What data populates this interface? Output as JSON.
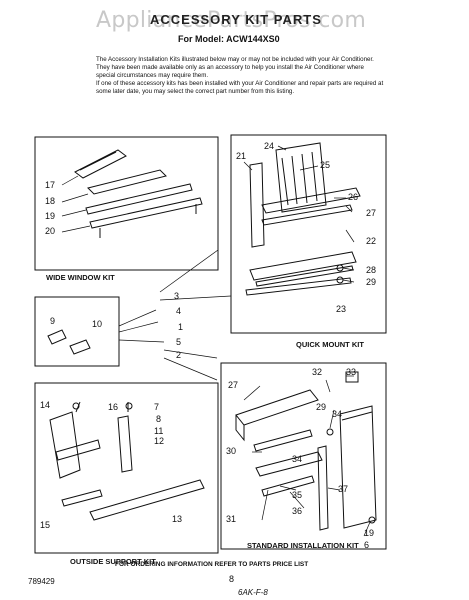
{
  "watermark": "AppliancePartsPros.com",
  "header": {
    "title": "ACCESSORY KIT PARTS",
    "model": "For Model: ACW144XS0"
  },
  "intro": {
    "paragraph1": "The Accessory Installation Kits illustrated below may or may not be included with your Air Conditioner. They have been made available only as an accessory to help you install the Air Conditioner where special circumstances may require them.",
    "paragraph2": "If one of these accessory kits has been installed with your Air Conditioner and repair parts are required at some later date, you may select the correct part number from this listing."
  },
  "panels": {
    "wide_window": "WIDE WINDOW KIT",
    "quick_mount": "QUICK MOUNT KIT",
    "outside_support": "OUTSIDE SUPPORT KIT",
    "standard_installation": "STANDARD INSTALLATION KIT"
  },
  "callouts": {
    "c17": "17",
    "c18": "18",
    "c19": "19",
    "c20": "20",
    "c21": "21",
    "c24": "24",
    "c25": "25",
    "c26": "26",
    "c27a": "27",
    "c22": "22",
    "c28": "28",
    "c29a": "29",
    "c23": "23",
    "c3": "3",
    "c4": "4",
    "c1": "1",
    "c5": "5",
    "c2": "2",
    "c9": "9",
    "c10": "10",
    "c14": "14",
    "c16": "16",
    "c7": "7",
    "c8": "8",
    "c11": "11",
    "c12": "12",
    "c15": "15",
    "c13": "13",
    "c27b": "27",
    "c32": "32",
    "c33": "33",
    "c29b": "29",
    "c34a": "34",
    "c30": "30",
    "c34b": "34",
    "c31": "31",
    "c35": "35",
    "c36": "36",
    "c37": "37",
    "c19b": "19",
    "c6": "6"
  },
  "footer": {
    "ordering": "FOR ORDERING INFORMATION REFER TO PARTS PRICE LIST",
    "doc_number": "789429",
    "page": "8",
    "handwritten": "6AK-F-8"
  }
}
